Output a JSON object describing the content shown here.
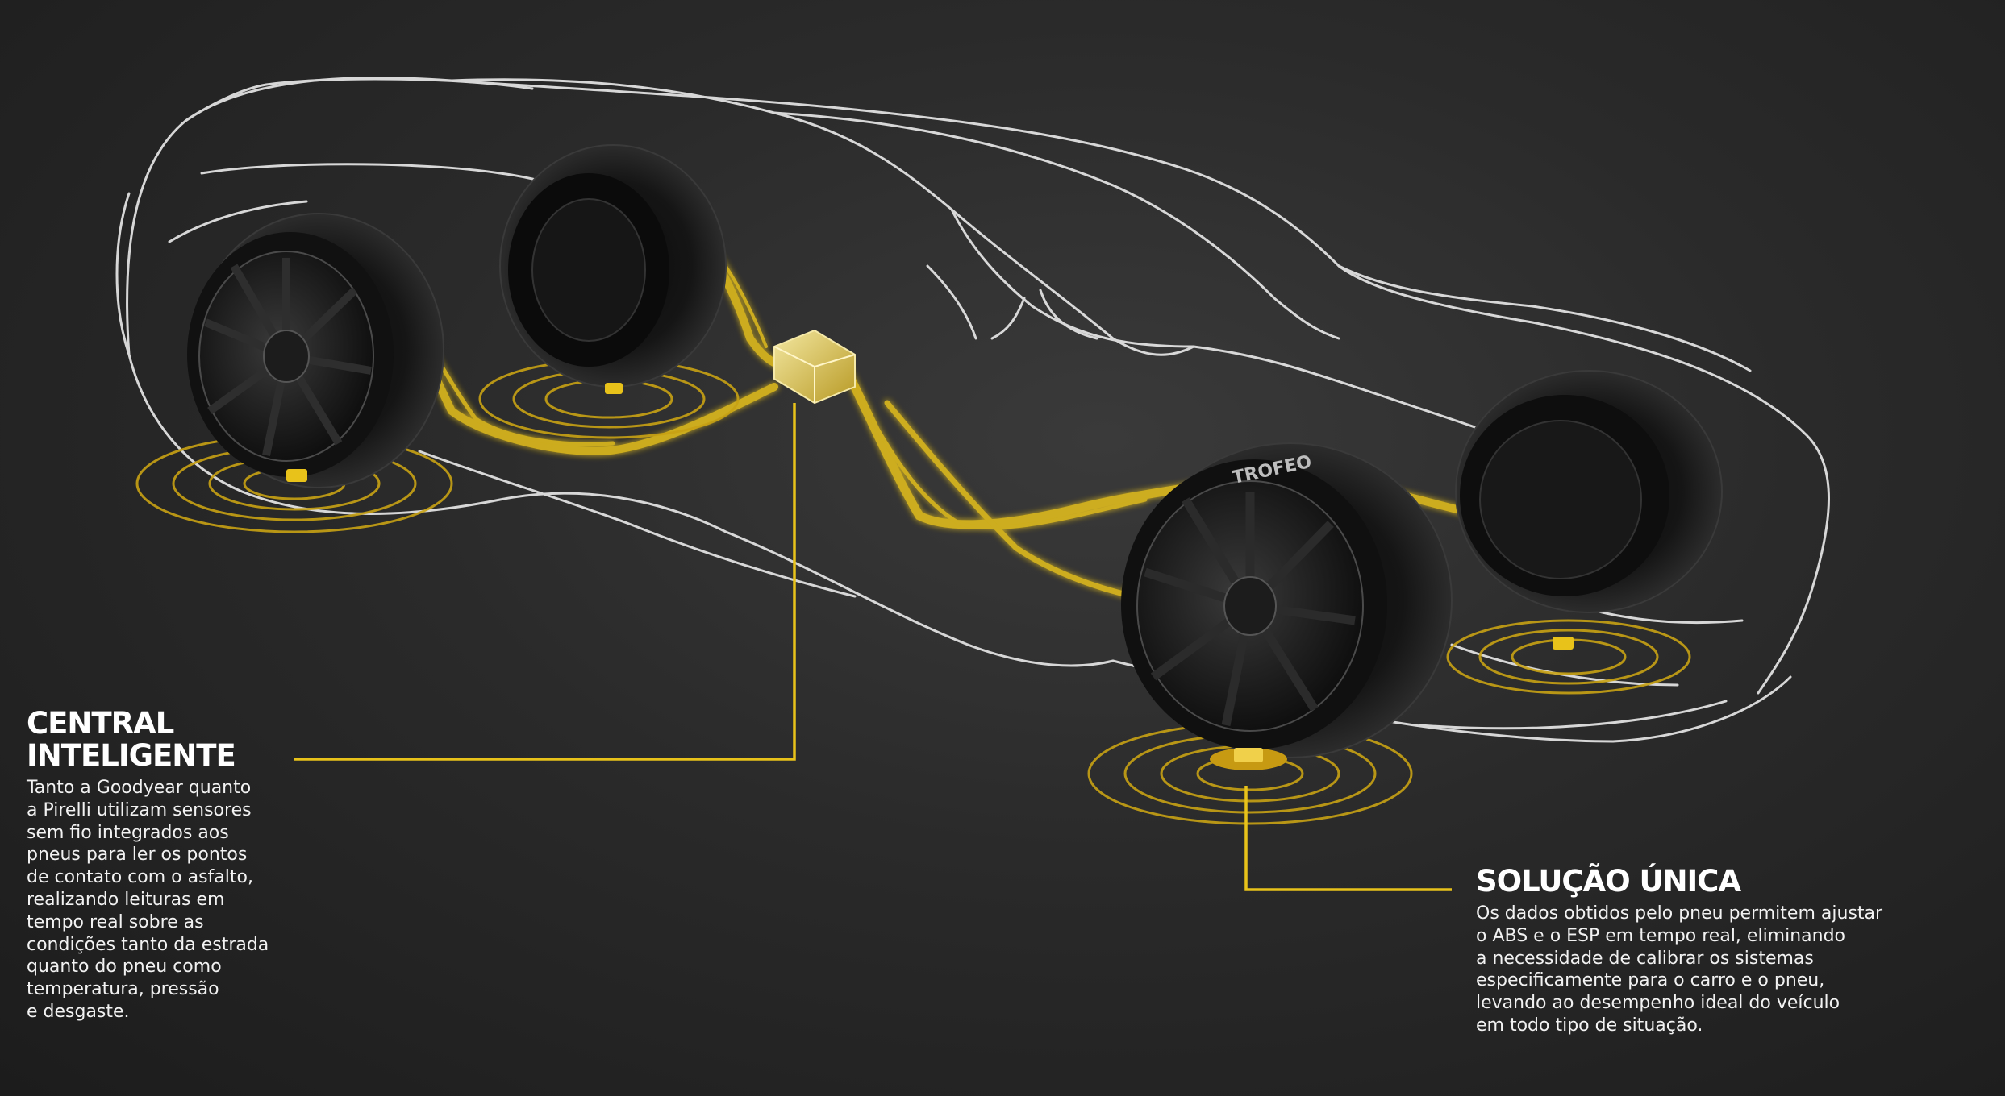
{
  "central_inteligente": {
    "title": "CENTRAL\nINTELIGENTE",
    "body": "Tanto a Goodyear quanto\na Pirelli utilizam sensores\nsem fio integrados aos\npneus para ler os pontos\nde contato com o asfalto,\nrealizando leituras em\ntempo real sobre as\ncondições tanto da estrada\nquanto do pneu como\ntemperatura, pressão\ne desgaste."
  },
  "solucao_unica": {
    "title": "SOLUÇÃO ÚNICA",
    "body": "Os dados obtidos pelo pneu permitem ajustar\no ABS e o ESP em tempo real, eliminando\na necessidade de calibrar os sistemas\nespecificamente para o carro e o pneu,\nlevando ao desempenho ideal do veículo\nem todo tipo de situação."
  },
  "tire_brand": "TROFEO",
  "colors": {
    "accent": "#e8c21a",
    "outline": "#e6e6e6",
    "background": "#2a2a2a"
  }
}
